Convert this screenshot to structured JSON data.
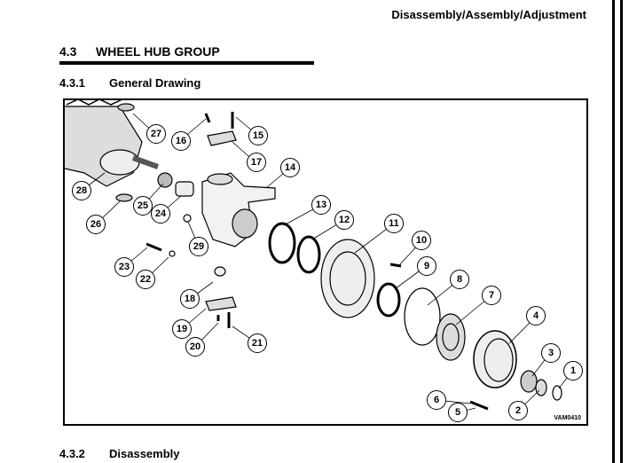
{
  "header": {
    "section_title": "Disassembly/Assembly/Adjustment"
  },
  "section": {
    "number": "4.3",
    "title": "WHEEL HUB GROUP"
  },
  "sub1": {
    "number": "4.3.1",
    "title": "General Drawing"
  },
  "sub2": {
    "number": "4.3.2",
    "title": "Disassembly"
  },
  "figure": {
    "code": "VAM0410",
    "callouts": [
      "1",
      "2",
      "3",
      "4",
      "5",
      "6",
      "7",
      "8",
      "9",
      "10",
      "11",
      "12",
      "13",
      "14",
      "15",
      "16",
      "17",
      "18",
      "19",
      "20",
      "21",
      "22",
      "23",
      "24",
      "25",
      "26",
      "27",
      "28",
      "29"
    ]
  }
}
